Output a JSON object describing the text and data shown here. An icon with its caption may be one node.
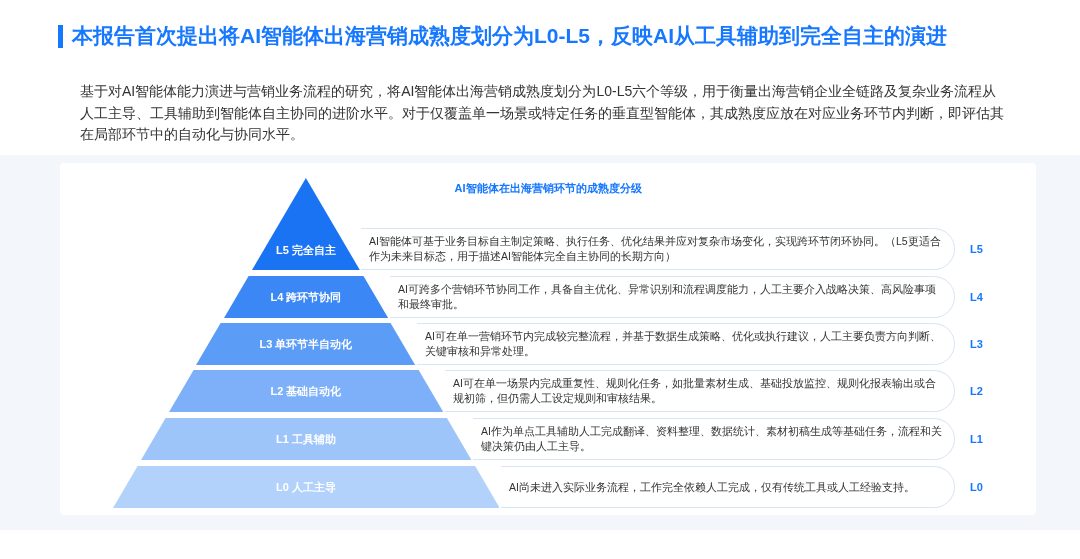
{
  "diagram": {
    "title": "本报告首次提出将AI智能体出海营销成熟度划分为L0-L5，反映AI从工具辅助到完全自主的演进",
    "nodes": [
      {
        "text": [
          "AI智能体在出海营销环节的成熟度分级"
        ]
      },
      {
        "text": [
          "L5 完全自主"
        ],
        "in": 0
      },
      {
        "text": [
          "AI智能体可基于业务目标自主制定策略、执行任务、优化结果并应对复杂市场变化，实现跨环节闭环协同。（L5更适合作为未来目标态，用于描述AI智能体完全自主协同的长期方向）"
        ],
        "in": 0,
        "beside": [
          "L5"
        ]
      },
      {
        "text": [
          "L4 跨环节协同"
        ],
        "in": 0
      },
      {
        "text": [
          "AI可跨多个营销环节协同工作，具备自主优化、异常识别和流程调度能力，人工主要介入战略决策、高风险事项和最终审批。"
        ],
        "in": 0,
        "beside": [
          "L4"
        ]
      },
      {
        "text": [
          "L3 单环节半自动化"
        ],
        "in": 0
      },
      {
        "text": [
          "AI可在单一营销环节内完成较完整流程，并基于数据生成策略、优化或执行建议，人工主要负责方向判断、关键审核和异常处理。"
        ],
        "in": 0,
        "beside": [
          "L3"
        ]
      },
      {
        "text": [
          "L2 基础自动化"
        ],
        "in": 0
      },
      {
        "text": [
          "AI可在单一场景内完成重复性、规则化任务，如批量素材生成、基础投放监控、规则化报表输出或合规初筛，但仍需人工设定规则和审核结果。"
        ],
        "in": 0,
        "beside": [
          "L2"
        ]
      },
      {
        "text": [
          "L1 工具辅助"
        ],
        "in": 0
      },
      {
        "text": [
          "AI作为单点工具辅助人工完成翻译、资料整理、数据统计、素材初稿生成等基础任务，流程和关键决策仍由人工主导。"
        ],
        "in": 0,
        "beside": [
          "L1"
        ]
      },
      {
        "text": [
          "L0 人工主导"
        ],
        "in": 0
      },
      {
        "text": [
          "AI尚未进入实际业务流程，工作完全依赖人工完成，仅有传统工具或人工经验支持。"
        ],
        "in": 0,
        "beside": [
          "L0"
        ]
      }
    ],
    "labels": [
      "基于对AI智能体能力演进与营销业务流程的研究，将AI智能体出海营销成熟度划分为L0-L5六个等级，用于衡量出海营销企业全链路及复杂业务流程从人工主导、工具辅助到智能体自主协同的进阶水平。对于仅覆盖单一场景或特定任务的垂直型智能体，其成熟度应放在对应业务环节内判断，即评估其在局部环节中的自动化与协同水平。"
    ]
  }
}
